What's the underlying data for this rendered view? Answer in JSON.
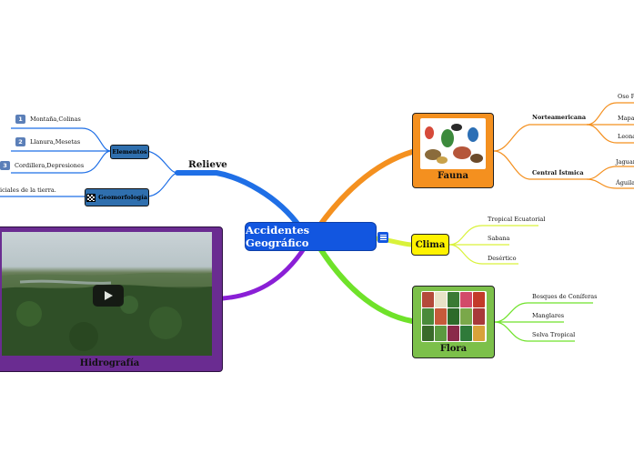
{
  "central": {
    "title": "Accidentes Geográfico"
  },
  "relieve": {
    "label": "Relieve",
    "elementos": {
      "label": "Elementos",
      "items": [
        {
          "num": "1",
          "text": "Montaña,Colinas"
        },
        {
          "num": "2",
          "text": "Llanura,Mesetas"
        },
        {
          "num": "3",
          "text": "Cordillera,Depresiones"
        }
      ]
    },
    "geomorfologia": {
      "label": "Geomorfología",
      "note": "iciales de la tierra."
    }
  },
  "hidrografia": {
    "title": "Hidrografía"
  },
  "fauna": {
    "title": "Fauna",
    "norteamericana": {
      "label": "Norteamericana",
      "items": [
        "Oso P",
        "Mapa",
        "Leona"
      ]
    },
    "central_istmica": {
      "label": "Central Ístmica",
      "items": [
        "Jaguar,",
        "Águila"
      ]
    }
  },
  "clima": {
    "title": "Clima",
    "items": [
      "Tropical Ecuatorial",
      "Sabana",
      "Desértico"
    ]
  },
  "flora": {
    "title": "Flora",
    "items": [
      "Bosques de Coníferas",
      "Manglares",
      "Selva Tropical"
    ]
  },
  "colors": {
    "relieve": "#1f6fe6",
    "fauna": "#f4901f",
    "clima": "#d9f23a",
    "flora": "#6fe22a",
    "hidrografia": "#8a1fd6",
    "central": "#1256e0"
  }
}
